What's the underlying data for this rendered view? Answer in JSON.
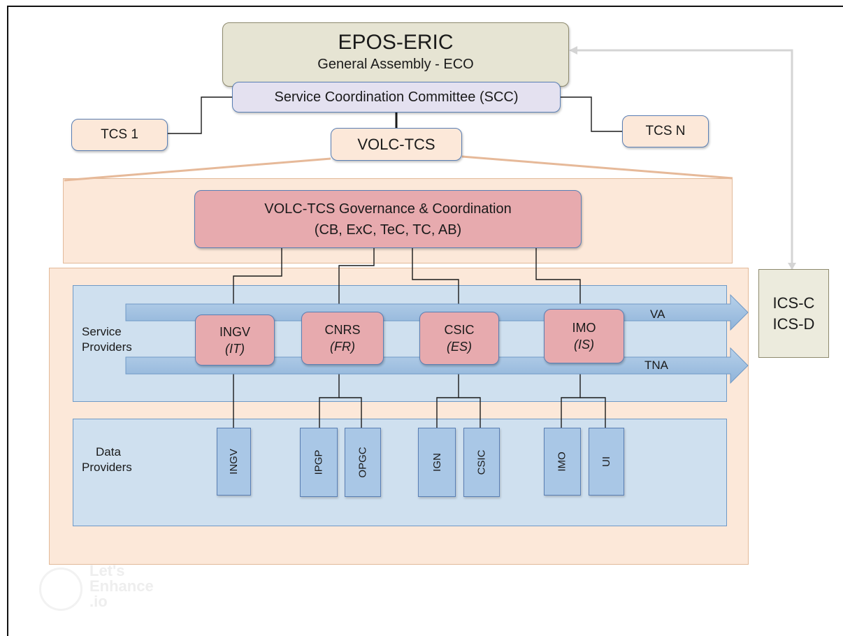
{
  "governance": {
    "epos_title": "EPOS-ERIC",
    "epos_sub": "General Assembly  -  ECO",
    "scc": "Service Coordination Committee (SCC)",
    "tcs1": "TCS 1",
    "tcsn": "TCS N",
    "volc": "VOLC-TCS"
  },
  "coordination": {
    "line1": "VOLC-TCS Governance & Coordination",
    "line2": "(CB, ExC, TeC, TC, AB)"
  },
  "service_providers": {
    "label_line1": "Service",
    "label_line2": "Providers",
    "arrow_va": "VA",
    "arrow_tna": "TNA",
    "items": [
      {
        "name": "INGV",
        "country": "(IT)"
      },
      {
        "name": "CNRS",
        "country": "(FR)"
      },
      {
        "name": "CSIC",
        "country": "(ES)"
      },
      {
        "name": "IMO",
        "country": "(IS)"
      }
    ]
  },
  "data_providers": {
    "label_line1": "Data",
    "label_line2": "Providers",
    "items": [
      "INGV",
      "IPGP",
      "OPGC",
      "IGN",
      "CSIC",
      "IMO",
      "UI"
    ]
  },
  "ics": {
    "line1": "ICS-C",
    "line2": "ICS-D"
  },
  "watermark": {
    "line1": "Let's",
    "line2": "Enhance",
    "line3": ".io"
  },
  "colors": {
    "coordination_fill": "#e7aaae",
    "panel_fill": "#cfe0ef",
    "tcs_fill": "#fce8d9",
    "data_provider_fill": "#a9c7e6"
  }
}
